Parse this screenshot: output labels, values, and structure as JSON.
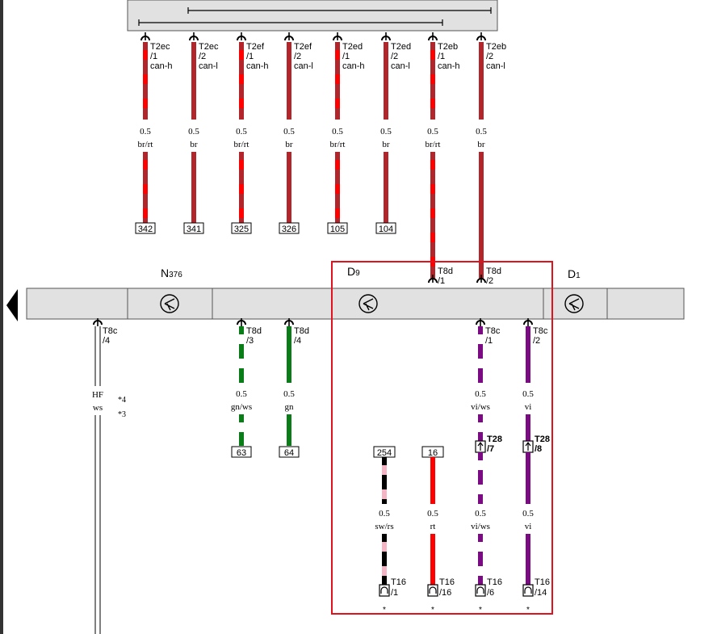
{
  "top_connectors": [
    {
      "conn": "T2ec",
      "pin": "/1",
      "sig": "can-h",
      "gauge": "0.5",
      "color": "br/rt",
      "dest": "342",
      "stripe": "#ff0000",
      "base": "#b2262b"
    },
    {
      "conn": "T2ec",
      "pin": "/2",
      "sig": "can-l",
      "gauge": "0.5",
      "color": "br",
      "dest": "341",
      "stripe": "",
      "base": "#b2262b"
    },
    {
      "conn": "T2ef",
      "pin": "/1",
      "sig": "can-h",
      "gauge": "0.5",
      "color": "br/rt",
      "dest": "325",
      "stripe": "#ff0000",
      "base": "#b2262b"
    },
    {
      "conn": "T2ef",
      "pin": "/2",
      "sig": "can-l",
      "gauge": "0.5",
      "color": "br",
      "dest": "326",
      "stripe": "",
      "base": "#b2262b"
    },
    {
      "conn": "T2ed",
      "pin": "/1",
      "sig": "can-h",
      "gauge": "0.5",
      "color": "br/rt",
      "dest": "105",
      "stripe": "#ff0000",
      "base": "#b2262b"
    },
    {
      "conn": "T2ed",
      "pin": "/2",
      "sig": "can-l",
      "gauge": "0.5",
      "color": "br",
      "dest": "104",
      "stripe": "",
      "base": "#b2262b"
    },
    {
      "conn": "T2eb",
      "pin": "/1",
      "sig": "can-h",
      "gauge": "0.5",
      "color": "br/rt",
      "dest": "",
      "stripe": "#ff0000",
      "base": "#b2262b"
    },
    {
      "conn": "T2eb",
      "pin": "/2",
      "sig": "can-l",
      "gauge": "0.5",
      "color": "br",
      "dest": "",
      "stripe": "",
      "base": "#b2262b"
    }
  ],
  "components": [
    {
      "label": "N",
      "sub": "376"
    },
    {
      "label": "D",
      "sub": "9"
    },
    {
      "label": "D",
      "sub": "1"
    }
  ],
  "d9_top_pins": [
    {
      "conn": "T8d",
      "pin": "/1"
    },
    {
      "conn": "T8d",
      "pin": "/2"
    }
  ],
  "lower_wires": {
    "hf": {
      "conn": "T8c",
      "pin": "/4",
      "color_top": "HF",
      "color_bottom": "ws",
      "note1": "*4",
      "note2": "*3"
    },
    "gn_ws": {
      "conn": "T8d",
      "pin": "/3",
      "gauge": "0.5",
      "color": "gn/ws",
      "dest": "63"
    },
    "gn": {
      "conn": "T8d",
      "pin": "/4",
      "gauge": "0.5",
      "color": "gn",
      "dest": "64"
    },
    "vi_ws": {
      "conn": "T8c",
      "pin": "/1",
      "gauge": "0.5",
      "color": "vi/ws",
      "t28": "T28",
      "t28_pin": "/7",
      "gauge2": "0.5",
      "color2": "vi/ws",
      "t16": "T16",
      "t16_pin": "/6",
      "star": "*"
    },
    "vi": {
      "conn": "T8c",
      "pin": "/2",
      "gauge": "0.5",
      "color": "vi",
      "t28": "T28",
      "t28_pin": "/8",
      "gauge2": "0.5",
      "color2": "vi",
      "t16": "T16",
      "t16_pin": "/14",
      "star": "*"
    },
    "sw_rs": {
      "dest": "254",
      "gauge": "0.5",
      "color": "sw/rs",
      "t16": "T16",
      "t16_pin": "/1",
      "star": "*"
    },
    "rt": {
      "dest": "16",
      "gauge": "0.5",
      "color": "rt",
      "t16": "T16",
      "t16_pin": "/16",
      "star": "*"
    }
  },
  "colors": {
    "br": "#b2262b",
    "rt": "#ff0000",
    "gn": "#0b7d18",
    "vi": "#7b0b82",
    "sw": "#000000",
    "rs": "#f6b3c4",
    "highlight_box": "#e3101e",
    "bar": "#e1e1e1"
  }
}
